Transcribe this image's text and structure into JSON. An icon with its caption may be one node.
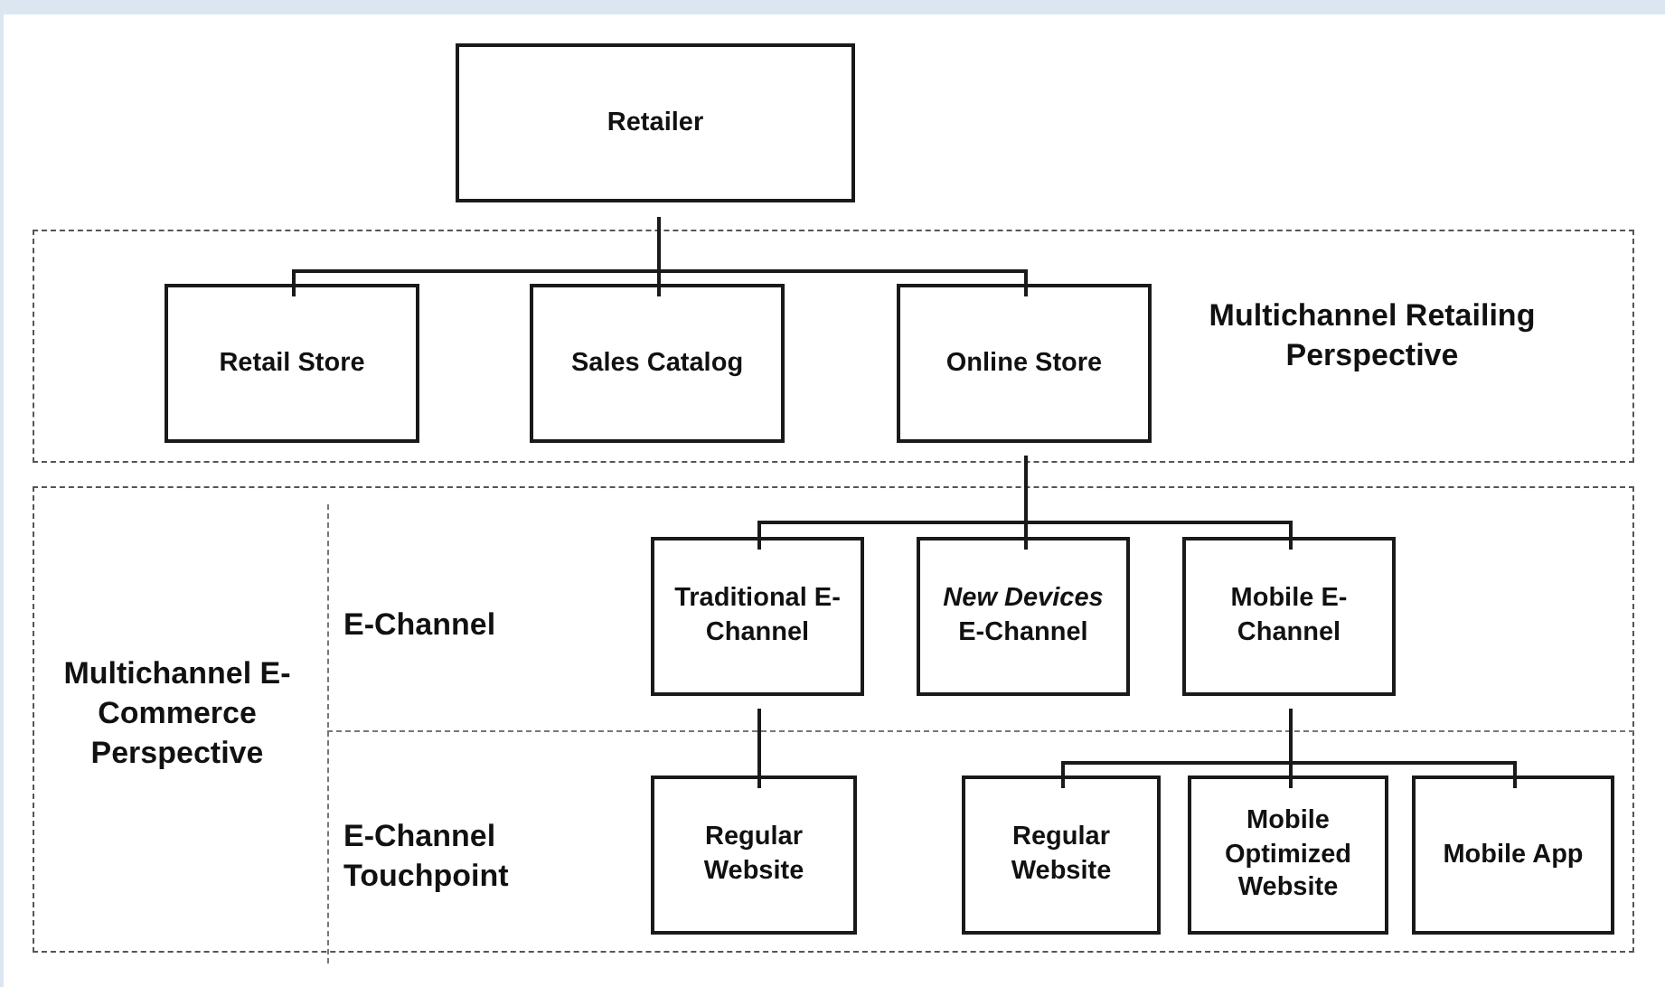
{
  "diagram": {
    "nodes": [
      {
        "text": [
          "Retailer"
        ]
      },
      {
        "text": [
          "Multichannel Retailing Perspective"
        ]
      },
      {
        "text": [
          "Retail Store"
        ],
        "in": 1
      },
      {
        "text": [
          "Sales Catalog"
        ],
        "in": 1
      },
      {
        "text": [
          "Online Store"
        ],
        "in": 1
      },
      {
        "text": [
          "Multichannel E-Commerce Perspective"
        ]
      },
      {
        "text": [
          "Traditional E-Channel"
        ],
        "in": 5
      },
      {
        "text": [
          "*New Devices* E-Channel"
        ],
        "in": 5
      },
      {
        "text": [
          "Mobile E-Channel"
        ],
        "in": 5
      },
      {
        "text": [
          "Regular Website"
        ],
        "in": 5
      },
      {
        "text": [
          "Regular Website"
        ],
        "in": 5
      },
      {
        "text": [
          "Mobile Optimized Website"
        ],
        "in": 5
      },
      {
        "text": [
          "Mobile App"
        ],
        "in": 5
      }
    ],
    "edges": [
      {
        "from": 0,
        "to": 2,
        "arrow": "none"
      },
      {
        "from": 0,
        "to": 3,
        "arrow": "none"
      },
      {
        "from": 0,
        "to": 4,
        "arrow": "none"
      },
      {
        "from": 4,
        "to": 6,
        "arrow": "none"
      },
      {
        "from": 4,
        "to": 7,
        "arrow": "none"
      },
      {
        "from": 4,
        "to": 8,
        "arrow": "none"
      },
      {
        "from": 6,
        "to": 9,
        "arrow": "none"
      },
      {
        "from": 8,
        "to": 10,
        "arrow": "none"
      },
      {
        "from": 8,
        "to": 11,
        "arrow": "none"
      },
      {
        "from": 8,
        "to": 12,
        "arrow": "none"
      }
    ],
    "labels": [
      "E-Channel",
      "E-Channel Touchpoint"
    ]
  }
}
